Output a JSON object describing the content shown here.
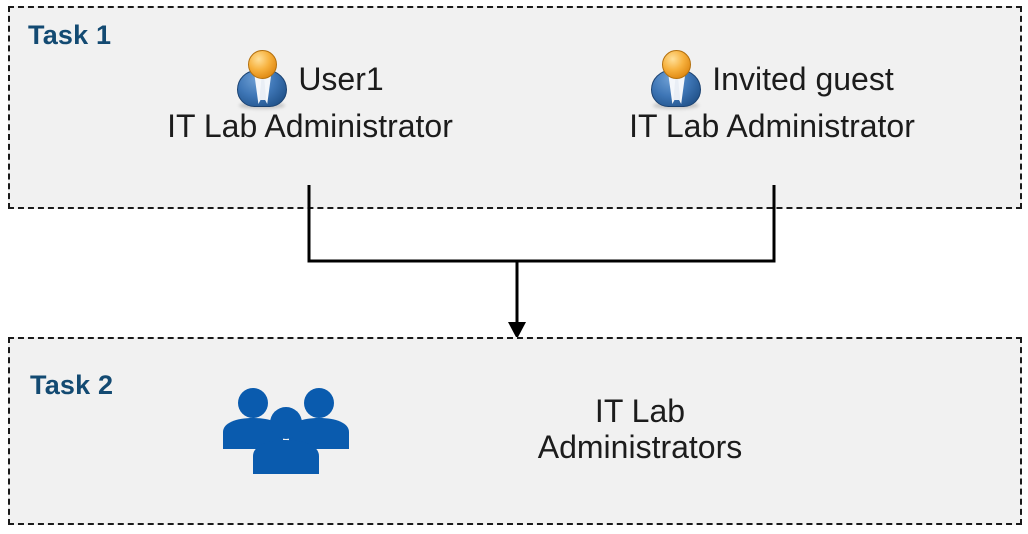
{
  "diagram": {
    "title_hidden": "",
    "background_color": "#FFFFFF",
    "box_fill_color": "#F1F1F1",
    "box_border_color": "#1A1A1A",
    "task_label_color": "#134A72",
    "group_icon_color": "#0A5BAE",
    "connector_color": "#000000"
  },
  "task1": {
    "label": "Task 1",
    "entities": [
      {
        "icon": "single-person-icon",
        "name": "User1",
        "role": "IT Lab Administrator"
      },
      {
        "icon": "single-person-icon",
        "name": "Invited guest",
        "role": "IT Lab Administrator"
      }
    ]
  },
  "task2": {
    "label": "Task 2",
    "group": {
      "icon": "people-group-icon",
      "label": "IT Lab\nAdministrators"
    }
  },
  "connector": {
    "type": "merge-arrow",
    "from": [
      "User1",
      "Invited guest"
    ],
    "to": "IT Lab Administrators",
    "arrow_direction": "down"
  }
}
